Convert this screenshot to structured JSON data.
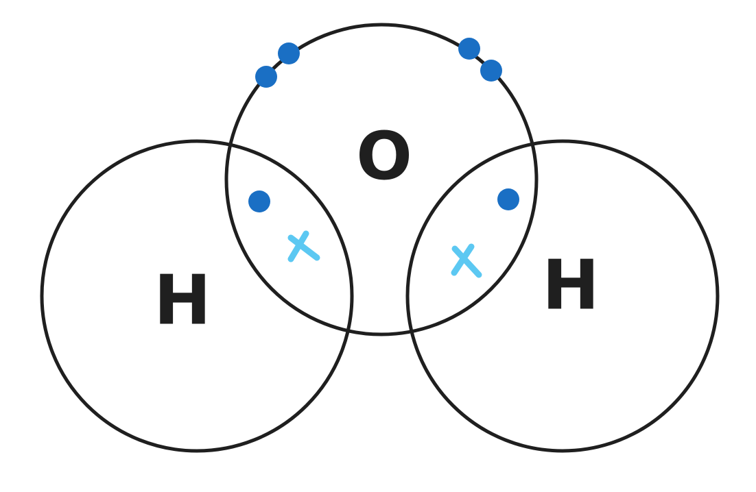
{
  "diagram": {
    "atoms": {
      "oxygen": {
        "label": "O"
      },
      "hydrogen_left": {
        "label": "H"
      },
      "hydrogen_right": {
        "label": "H"
      }
    },
    "electron_symbols": {
      "oxygen_electron": "dot",
      "hydrogen_electron": "cross"
    },
    "colors": {
      "outline": "#1f1f1f",
      "oxygen_electron": "#1a6fc4",
      "hydrogen_electron": "#5cc8f2"
    },
    "counts": {
      "lone_pair_electrons": 4,
      "shared_pairs": 2
    }
  }
}
